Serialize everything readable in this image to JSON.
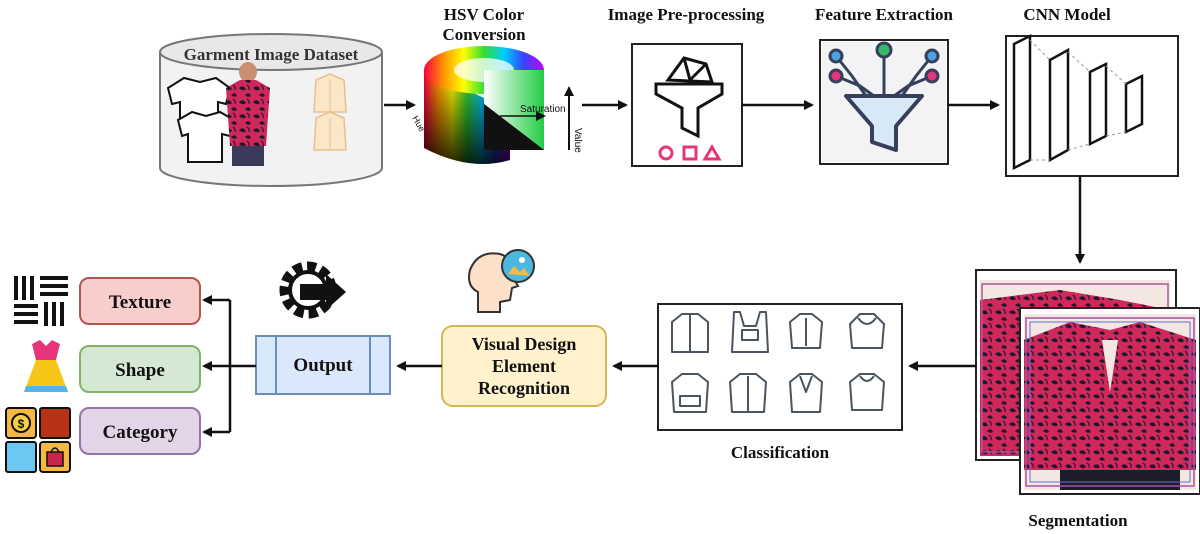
{
  "nodes": {
    "dataset": "Garment Image Dataset",
    "hsv_line1": "HSV Color",
    "hsv_line2": "Conversion",
    "hsv_saturation": "Saturation",
    "hsv_value": "Value",
    "hsv_hue": "Hue",
    "preprocessing": "Image Pre-processing",
    "feature_extraction": "Feature Extraction",
    "cnn": "CNN Model",
    "segmentation": "Segmentation",
    "classification": "Classification",
    "vder_line1": "Visual Design",
    "vder_line2": "Element",
    "vder_line3": "Recognition",
    "output": "Output",
    "texture": "Texture",
    "shape": "Shape",
    "category": "Category"
  },
  "colors": {
    "texture_fill": "#f8cecc",
    "texture_border": "#b85450",
    "shape_fill": "#d5e8d4",
    "shape_border": "#82b366",
    "category_fill": "#e1d5e7",
    "category_border": "#9673a6",
    "output_fill": "#dae8fc",
    "output_border": "#6c8ebf",
    "vder_fill": "#fff2cc",
    "vder_border": "#d6b656",
    "icon_accent": "#e8347a",
    "garment_red": "#c8264a"
  },
  "icons": [
    "database-icon",
    "hsv-cylinder-icon",
    "filter-funnel-icon",
    "network-funnel-icon",
    "cnn-layers-icon",
    "segmented-shirt-icon",
    "clothing-grid-icon",
    "head-image-icon",
    "gear-arrow-icon",
    "texture-pattern-icon",
    "dress-icon",
    "category-tiles-icon"
  ]
}
